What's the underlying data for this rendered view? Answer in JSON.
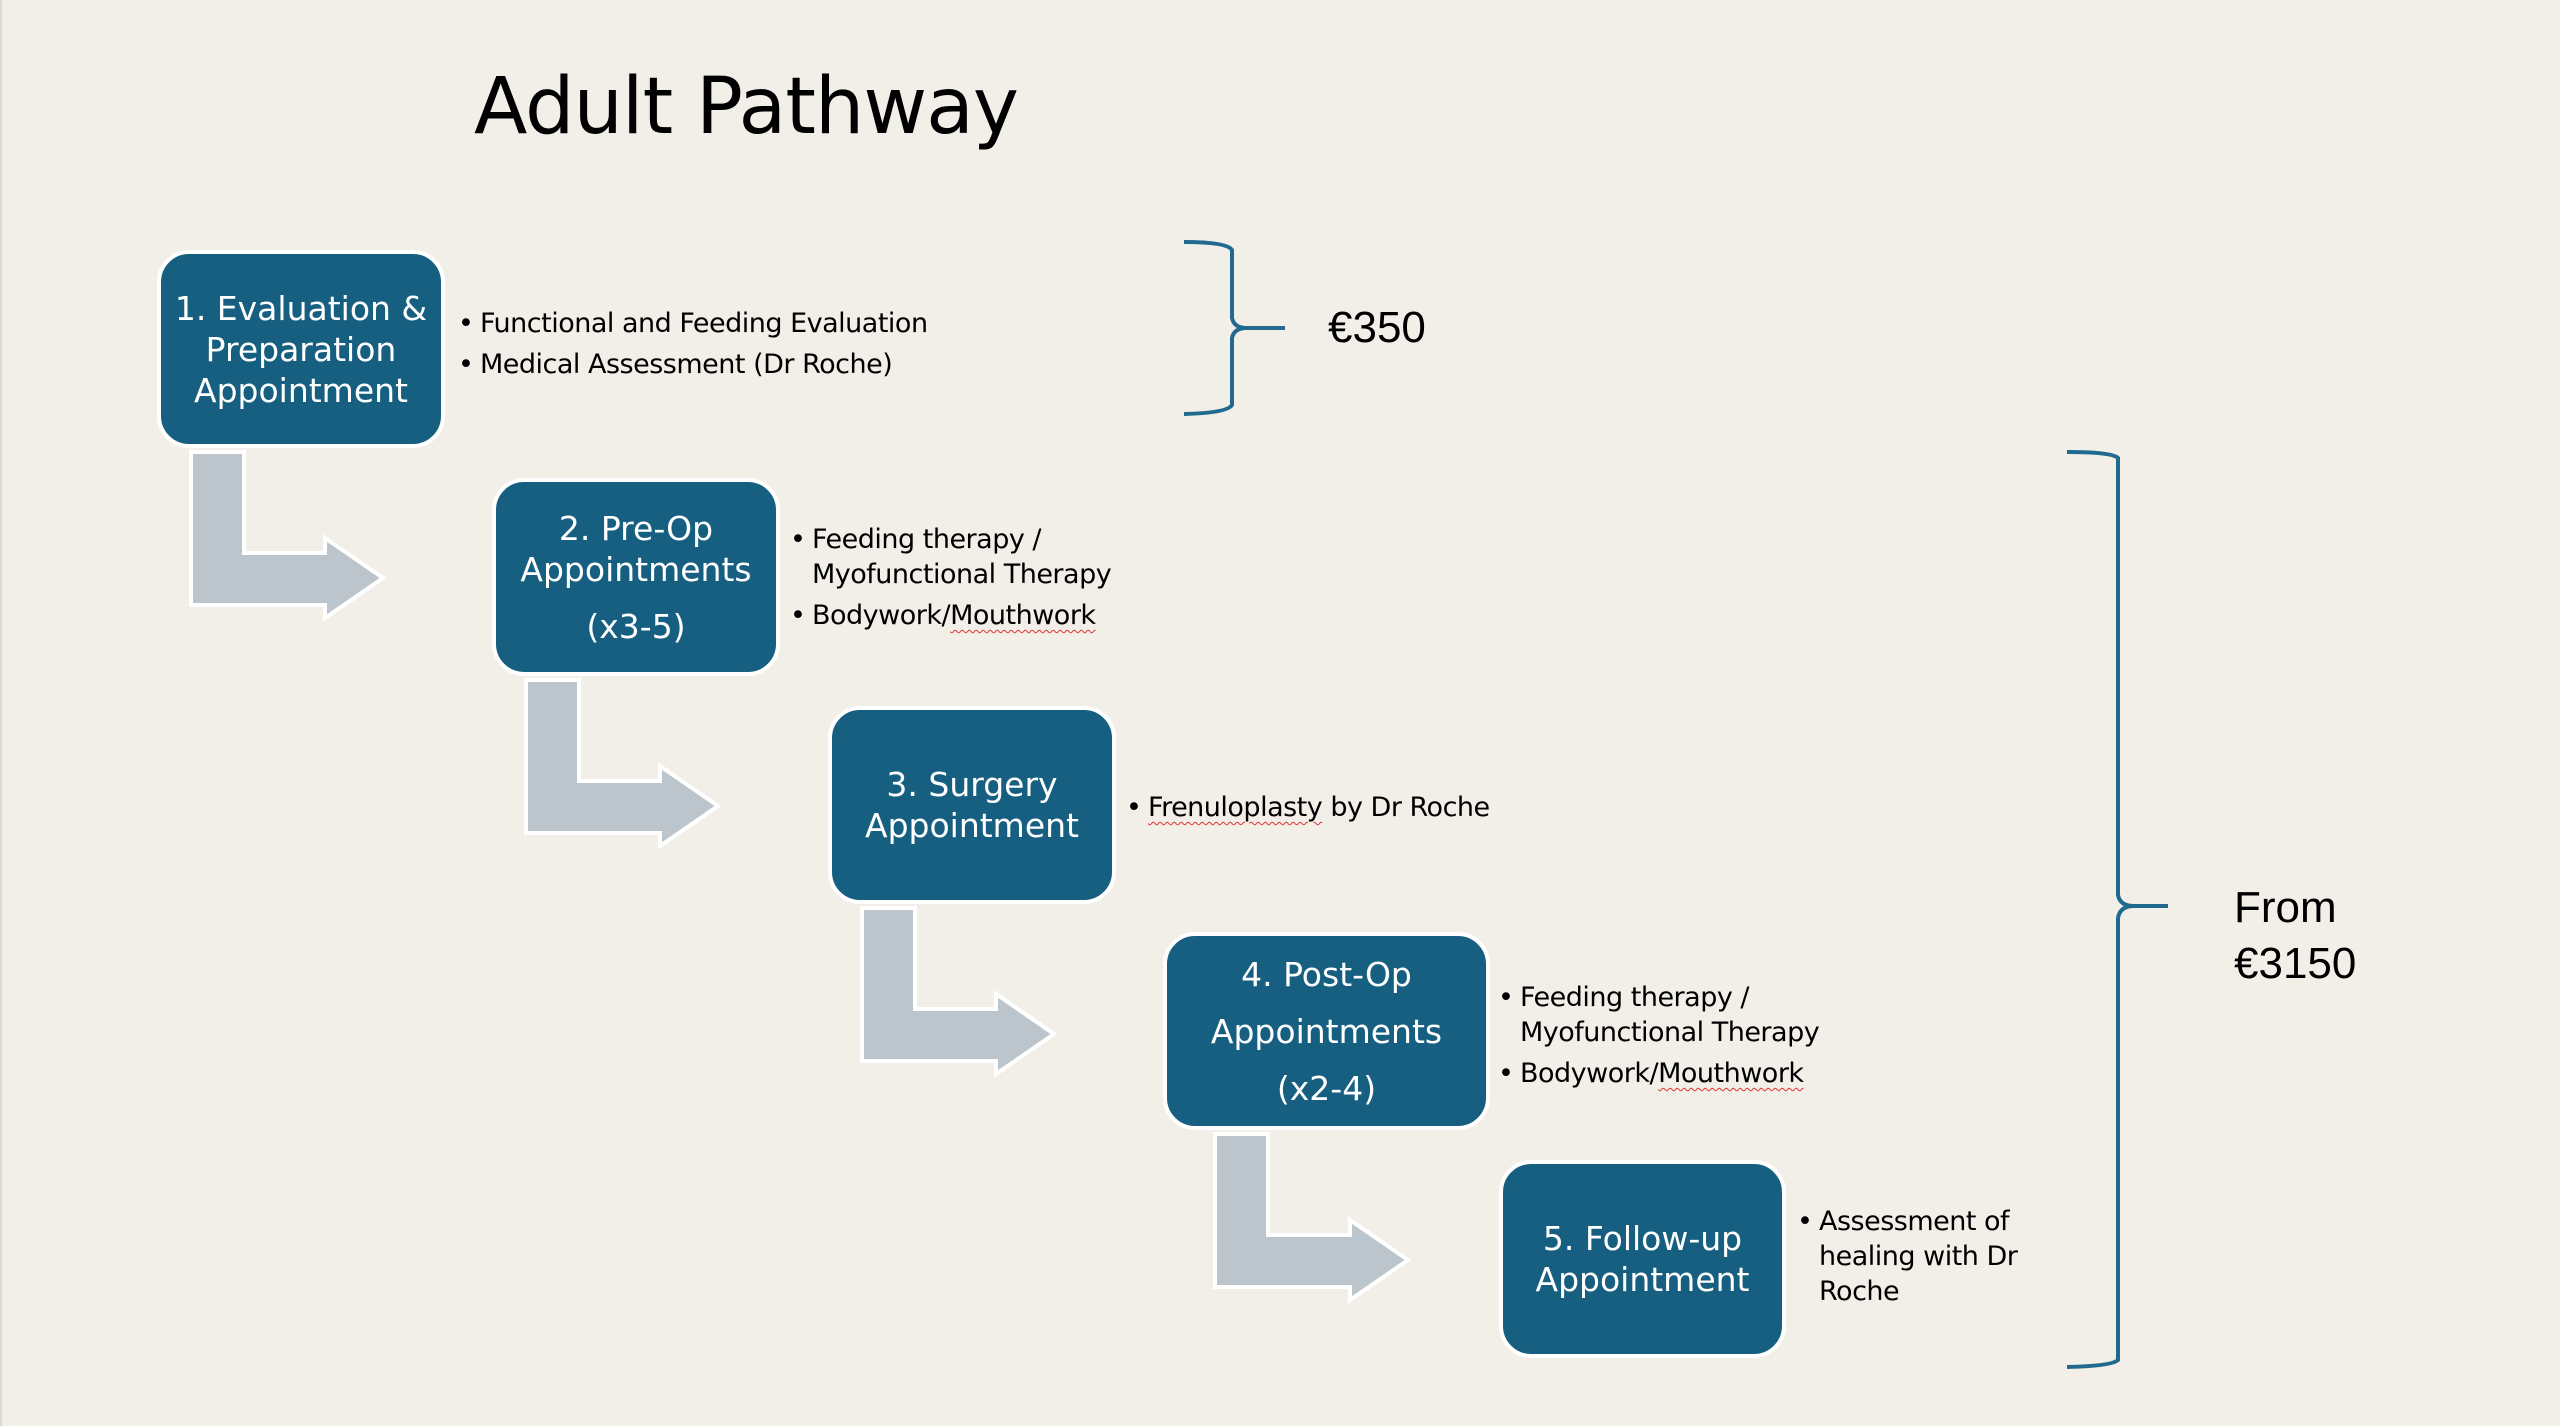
{
  "title": "Adult Pathway",
  "colors": {
    "box_fill": "#175f80",
    "arrow_fill": "#bcc4cc",
    "bracket": "#1f6a8e",
    "background": "#f2efe9"
  },
  "steps": [
    {
      "lines": [
        "1. Evaluation &",
        "Preparation",
        "Appointment"
      ],
      "count": "",
      "bullets": [
        "Functional and Feeding Evaluation",
        "Medical Assessment (Dr Roche)"
      ]
    },
    {
      "lines": [
        "2. Pre-Op",
        "Appointments"
      ],
      "count": "(x3-5)",
      "bullets": [
        "Feeding therapy / Myofunctional Therapy",
        "Bodywork/Mouthwork"
      ]
    },
    {
      "lines": [
        "3. Surgery",
        "Appointment"
      ],
      "count": "",
      "bullets": [
        "Frenuloplasty by Dr Roche"
      ]
    },
    {
      "lines": [
        "4. Post-Op",
        "Appointments"
      ],
      "count": "(x2-4)",
      "bullets": [
        "Feeding therapy / Myofunctional Therapy",
        "Bodywork/Mouthwork"
      ]
    },
    {
      "lines": [
        "5. Follow-up",
        "Appointment"
      ],
      "count": "",
      "bullets": [
        "Assessment of healing with Dr Roche"
      ]
    }
  ],
  "prices": {
    "evaluation": "€350",
    "full_from": "From",
    "full_amount": "€3150"
  },
  "icons": {
    "flow_arrow": "bent-arrow-icon",
    "bracket": "curly-brace-icon"
  }
}
